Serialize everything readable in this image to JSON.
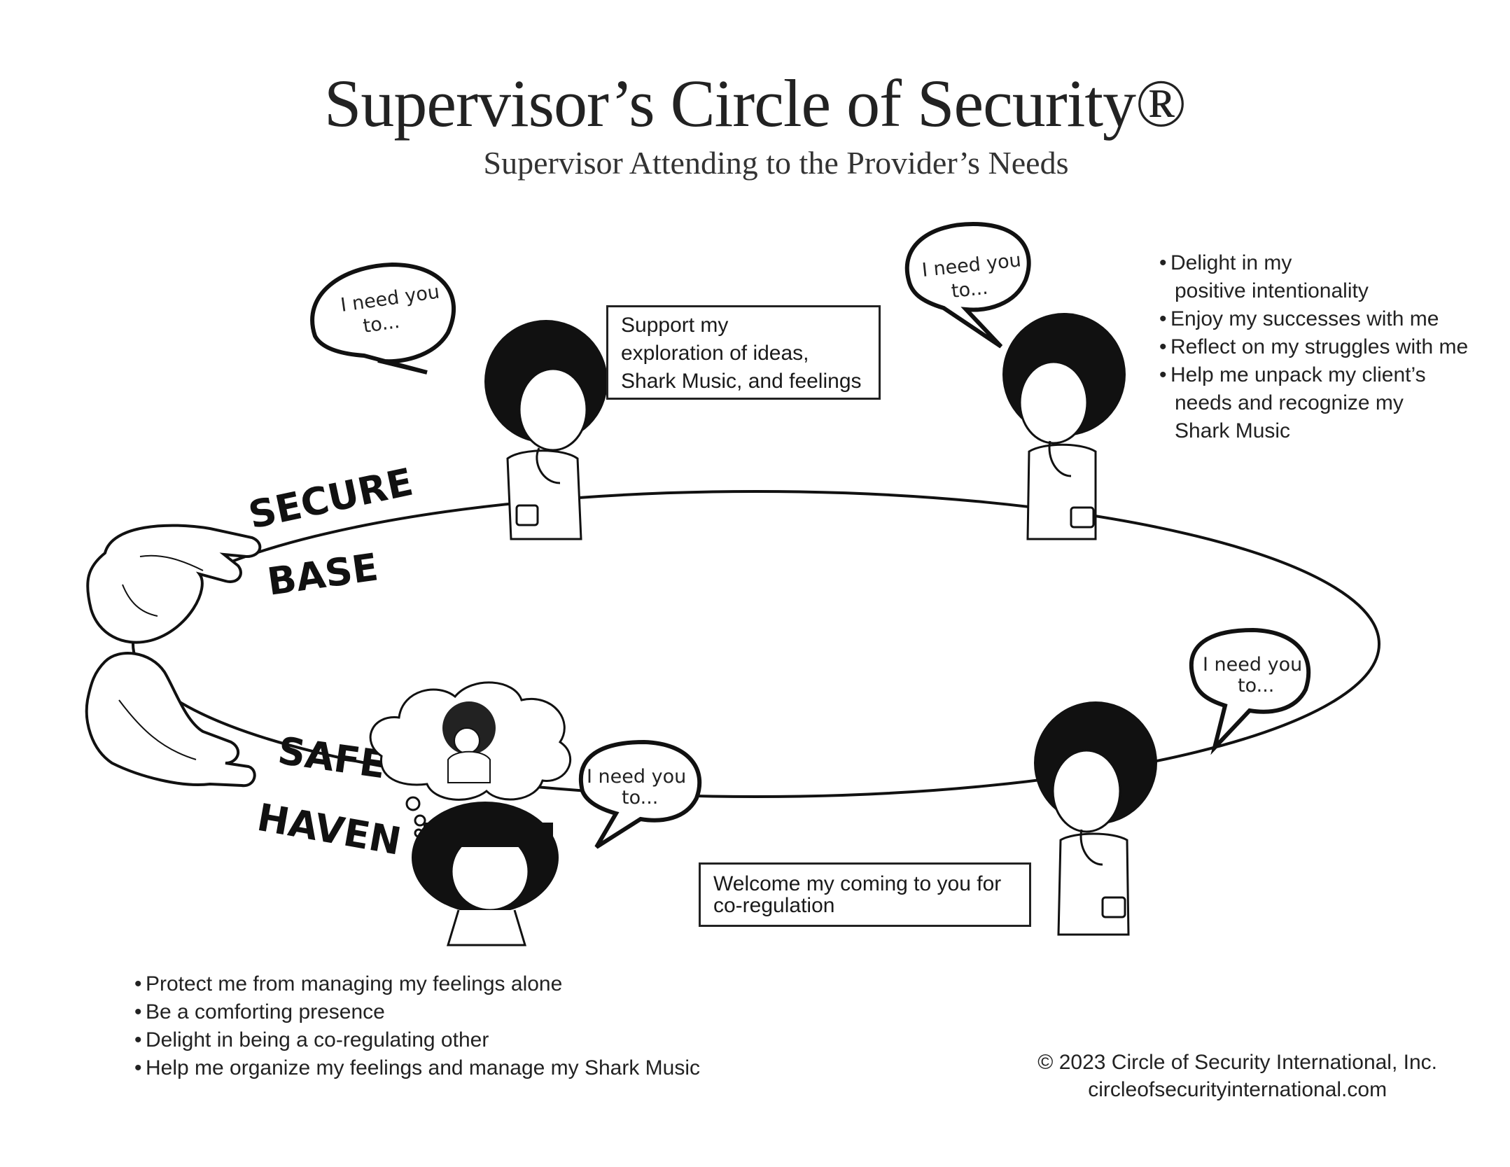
{
  "title": "Supervisor’s Circle of Security®",
  "subtitle": "Supervisor Attending to the Provider’s Needs",
  "labels": {
    "secure": "SECURE",
    "base": "BASE",
    "safe": "SAFE",
    "haven": "HAVEN"
  },
  "bubbles": {
    "line1": "I need you",
    "line2": "to..."
  },
  "top_box": [
    "Support my",
    "exploration of ideas,",
    "Shark Music, and feelings"
  ],
  "bottom_box": [
    "Welcome my coming to you for",
    "co-regulation"
  ],
  "top_right_list": [
    {
      "line": "Delight in my",
      "cont": "positive intentionality"
    },
    {
      "line": "Enjoy my successes with me"
    },
    {
      "line": "Reflect on my struggles with me"
    },
    {
      "line": "Help me unpack my client’s",
      "cont": "needs and recognize my",
      "cont2": "Shark Music"
    }
  ],
  "bottom_left_list": [
    "Protect me from managing my feelings alone",
    "Be a comforting presence",
    "Delight in being a co-regulating other",
    "Help me organize my feelings and manage my Shark Music"
  ],
  "footer": {
    "copyright": "© 2023 Circle of Security International, Inc.",
    "website": "circleofsecurityinternational.com"
  },
  "bullet": "•"
}
